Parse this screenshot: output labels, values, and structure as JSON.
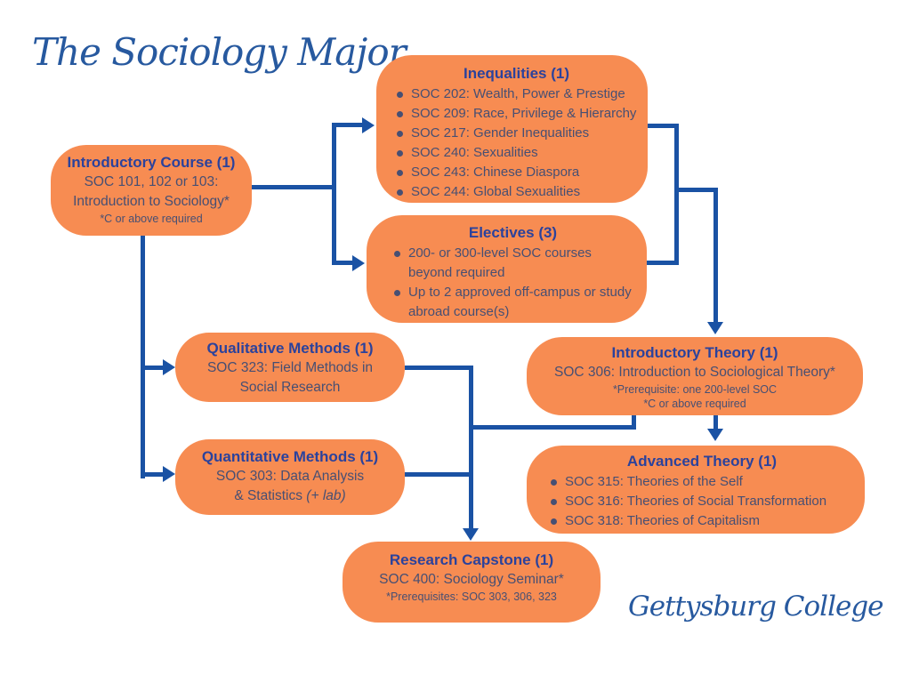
{
  "branding": {
    "title_script": "The Sociology Major",
    "footer_script": "Gettysburg College"
  },
  "colors": {
    "box_orange": "#F78C52",
    "heading_blue": "#2B429C",
    "body_navy": "#474F73",
    "line_blue": "#1A52A4",
    "script_blue": "#27599F",
    "page_bg": "#FFFFFF"
  },
  "boxes": {
    "intro_course": {
      "title": "Introductory Course (1)",
      "line1": "SOC 101, 102 or 103:",
      "line2": "Introduction to Sociology*",
      "note": "*C or above required"
    },
    "inequalities": {
      "title": "Inequalities (1)",
      "bullets": [
        "SOC 202: Wealth, Power & Prestige",
        "SOC 209: Race, Privilege & Hierarchy",
        "SOC 217: Gender Inequalities",
        "SOC 240: Sexualities",
        "SOC 243: Chinese Diaspora",
        "SOC 244: Global Sexualities"
      ]
    },
    "electives": {
      "title": "Electives (3)",
      "bullets": [
        "200- or 300-level SOC courses beyond required",
        "Up to 2 approved off-campus or study abroad course(s)"
      ]
    },
    "qualitative": {
      "title": "Qualitative Methods (1)",
      "line1": "SOC 323: Field Methods in",
      "line2": "Social Research"
    },
    "intro_theory": {
      "title": "Introductory Theory (1)",
      "line1": "SOC 306: Introduction to Sociological Theory*",
      "note1": "*Prerequisite: one 200-level SOC",
      "note2": "*C or above required"
    },
    "quantitative": {
      "title": "Quantitative Methods (1)",
      "line1": "SOC 303: Data Analysis",
      "line2": "& Statistics ",
      "line2_italic": "(+ lab)"
    },
    "advanced_theory": {
      "title": "Advanced Theory (1)",
      "bullets": [
        "SOC 315: Theories of the Self",
        "SOC 316: Theories of Social Transformation",
        "SOC 318: Theories of Capitalism"
      ]
    },
    "research_capstone": {
      "title": "Research Capstone (1)",
      "line1": "SOC 400: Sociology Seminar*",
      "note": "*Prerequisites: SOC 303, 306, 323"
    }
  }
}
